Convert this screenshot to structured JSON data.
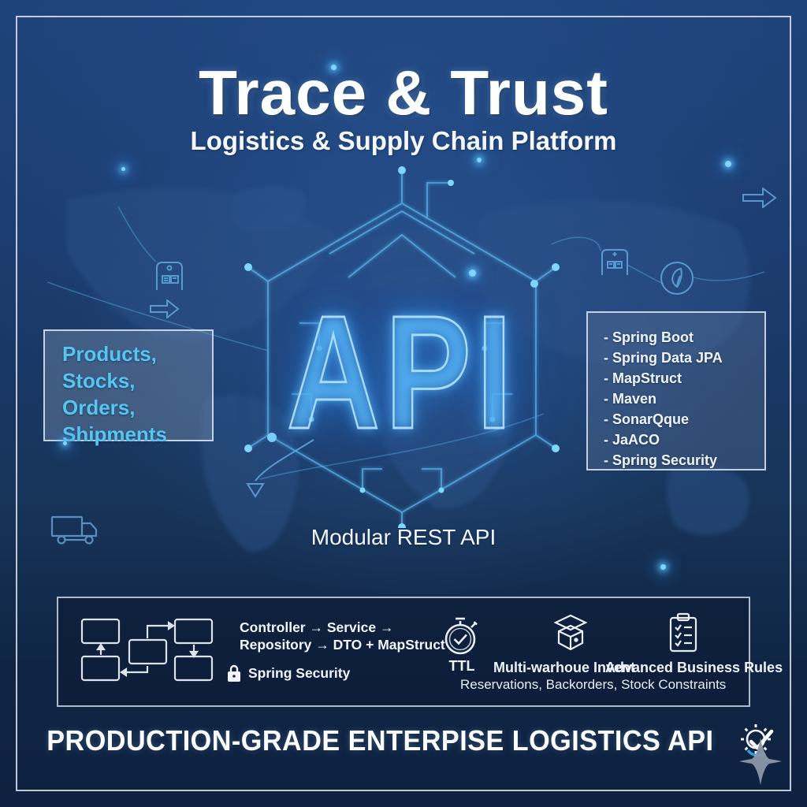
{
  "header": {
    "title": "Trace & Trust",
    "subtitle": "Logistics & Supply Chain Platform"
  },
  "center": {
    "api_label": "API",
    "tagline": "Modular REST API"
  },
  "entities_box": {
    "items": [
      "Products,",
      "Stocks,",
      "Orders,",
      "Shipments"
    ]
  },
  "stack_box": {
    "items": [
      "- Spring Boot",
      "- Spring Data JPA",
      "- MapStruct",
      "- Maven",
      "- SonarQque",
      "- JaACO",
      "- Spring Security"
    ]
  },
  "features": {
    "architecture_line1": "Controller → Service →",
    "architecture_line2": "Repository → DTO + MapStruct",
    "security_label": "Spring Security",
    "ttl_label": "TTL",
    "inventory_label": "Multi-warhoue Invent",
    "rules_label": "Advanced Business Rules",
    "inventory_subline": "Reservations, Backorders, Stock Constraints"
  },
  "footer": {
    "headline": "PRODUCTION-GRADE ENTERPISE LOGISTICS API"
  },
  "colors": {
    "accent_cyan": "#54c6f3",
    "glow_blue": "#35a8e8",
    "panel_border": "#cbd5e3",
    "background_navy": "#1b3a68"
  },
  "icons": {
    "warehouse-icon": "warehouse-building-outline",
    "block-arrow-icon": "→",
    "leaf-icon": "leaf-in-circle",
    "truck-icon": "delivery-truck-outline",
    "down-arrow-icon": "↓",
    "flowchart-icon": "boxes-and-arrows",
    "lock-icon": "padlock",
    "stopwatch-icon": "stopwatch-with-check",
    "package-icon": "stacked-shipping-box",
    "clipboard-checklist-icon": "clipboard-with-checklist",
    "gear-check-icon": "gear-with-checkmark",
    "sparkle-icon": "four-point-star"
  }
}
